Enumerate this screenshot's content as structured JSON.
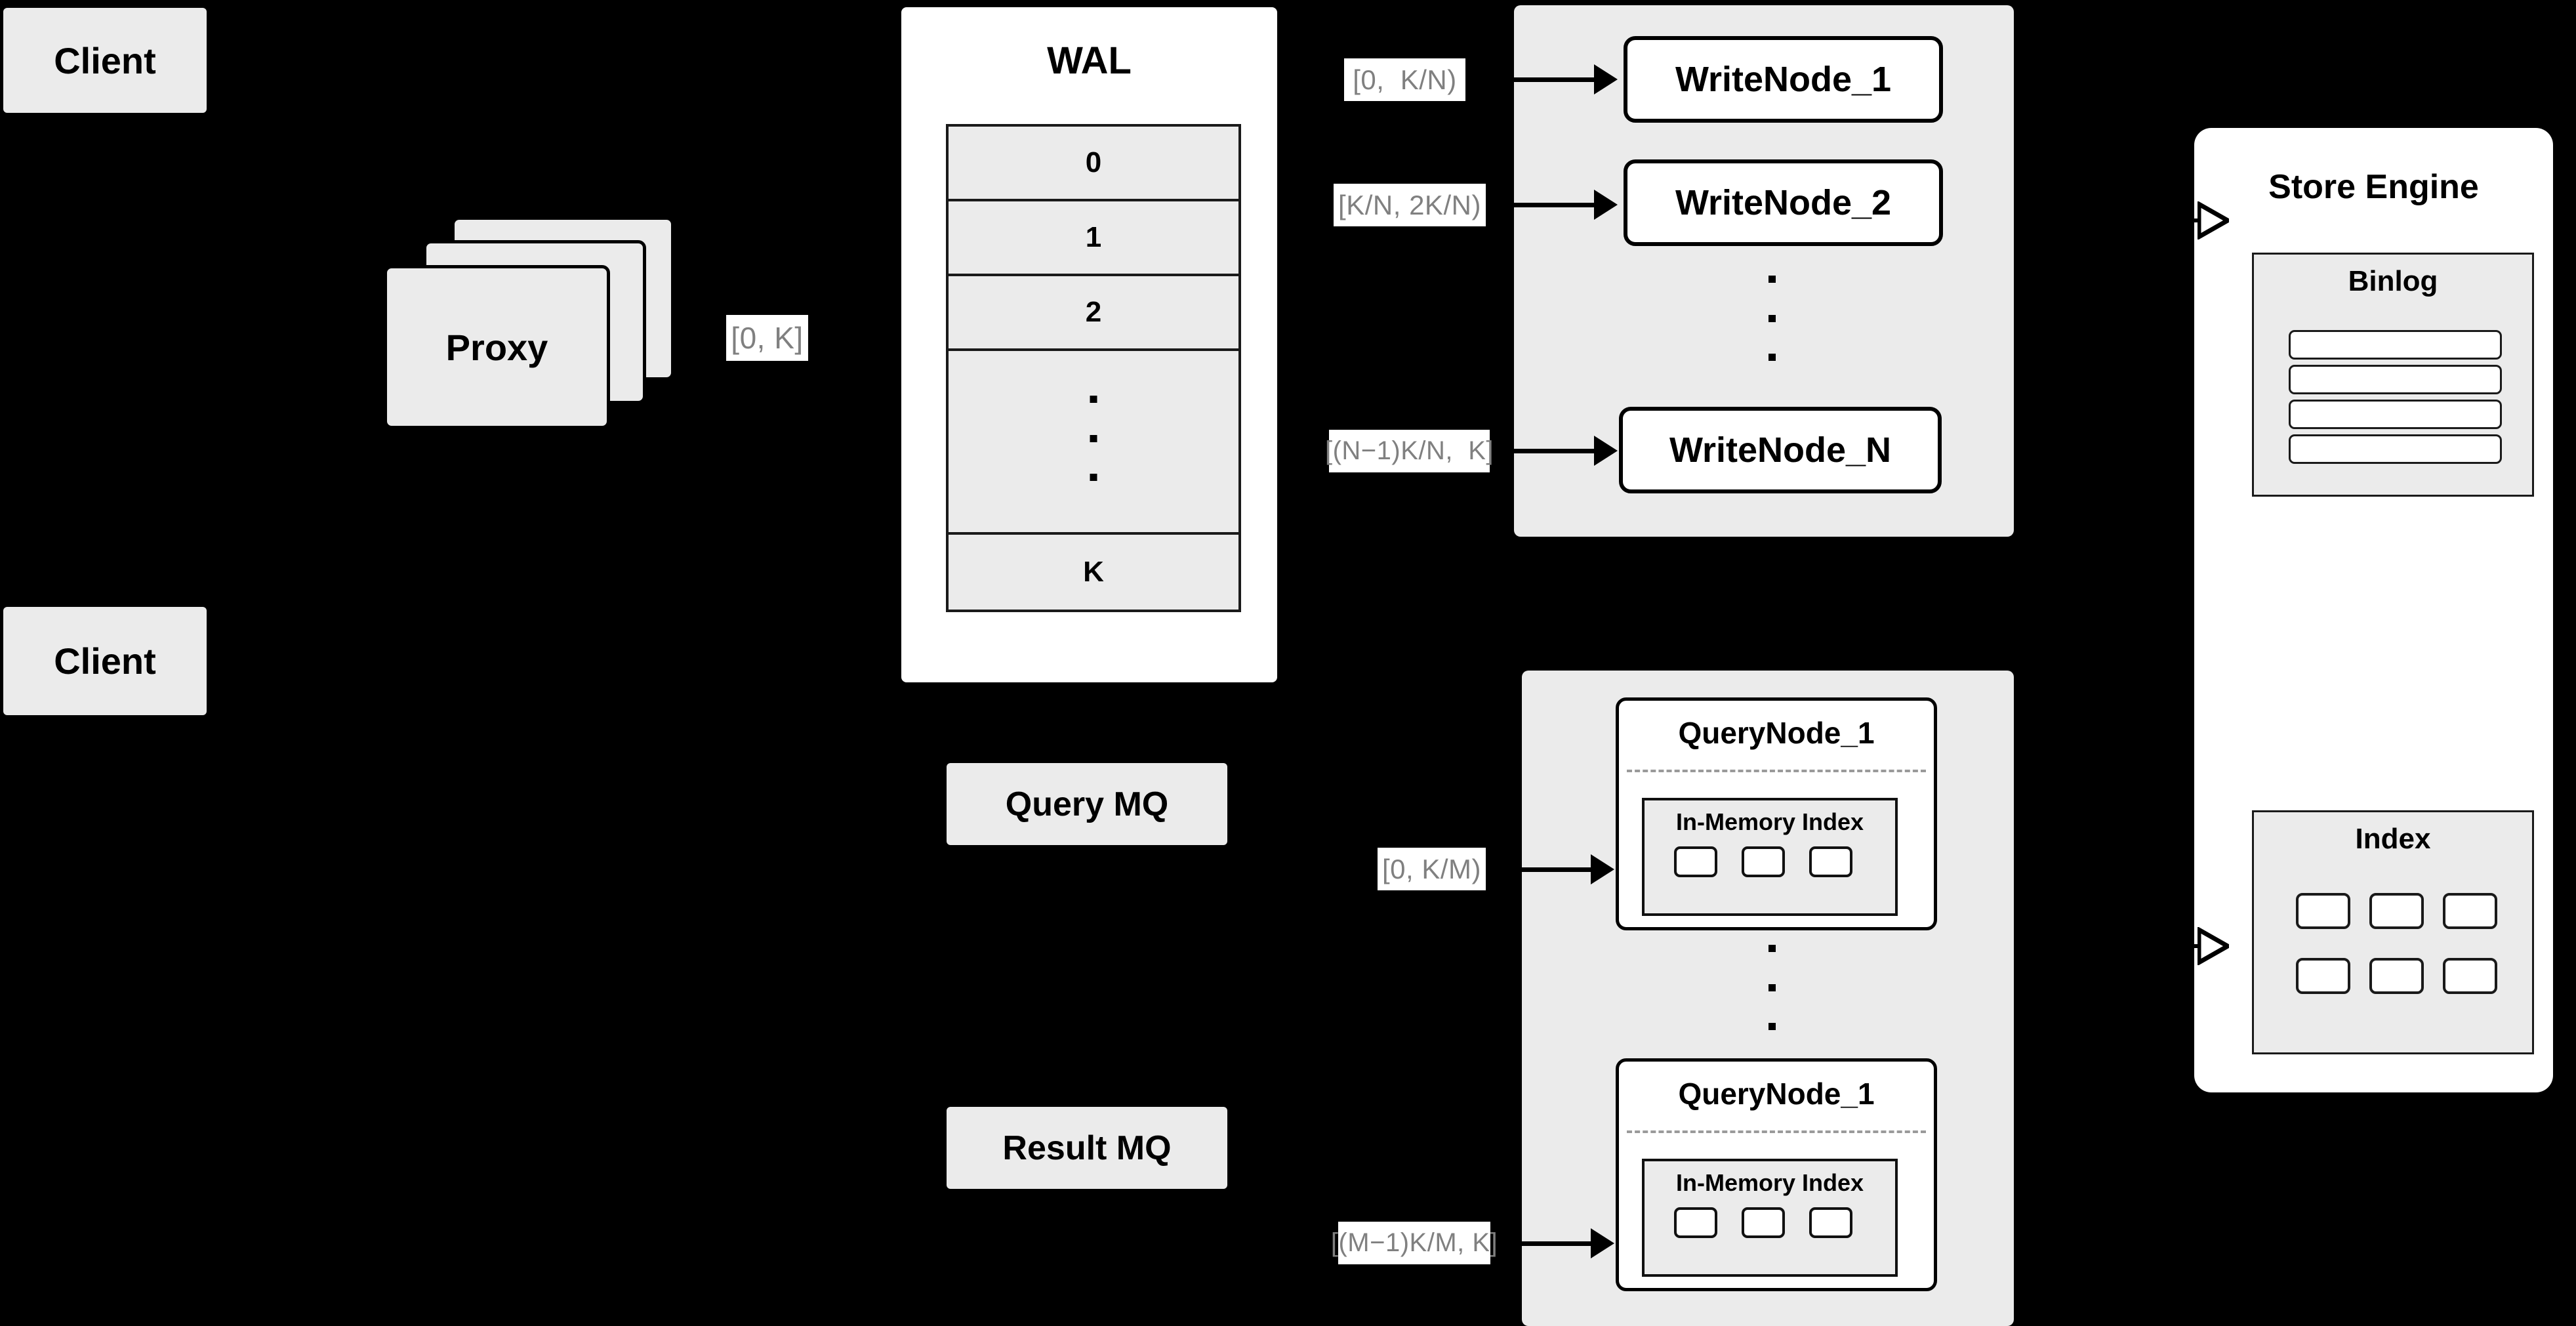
{
  "diagram": {
    "title": "Distributed Write/Query Architecture",
    "background_color": "#000000",
    "box_fill": "#ebebeb",
    "card_fill": "#ffffff",
    "label_text_color": "#808080",
    "stroke_color": "#000000"
  },
  "clients": [
    {
      "label": "Client"
    },
    {
      "label": "Client"
    }
  ],
  "proxy": {
    "label": "Proxy",
    "stack_layers": 3
  },
  "proxy_to_wal": {
    "range_label": "[0, K]"
  },
  "wal": {
    "title": "WAL",
    "rows": [
      "0",
      "1",
      "2",
      "⋮",
      "K"
    ],
    "visible_rows": [
      "0",
      "1",
      "2",
      "K"
    ],
    "ellipsis_row_dots": 3
  },
  "write_cluster": {
    "nodes": [
      {
        "label": "WriteNode_1",
        "range_label": "[0,  K/N)"
      },
      {
        "label": "WriteNode_2",
        "range_label": "[K/N, 2K/N)"
      },
      {
        "label": "WriteNode_N",
        "range_label": "[(N−1)K/N,  K]"
      }
    ],
    "ellipsis_dots": 3
  },
  "query_cluster": {
    "nodes": [
      {
        "label": "QueryNode_1",
        "range_label": "[0, K/M)",
        "index": {
          "title": "In-Memory Index",
          "cells": 3
        }
      },
      {
        "label": "QueryNode_1",
        "range_label": "[(M−1)K/M, K]",
        "index": {
          "title": "In-Memory Index",
          "cells": 3
        }
      }
    ],
    "ellipsis_dots": 3
  },
  "message_queues": [
    {
      "label": "Query MQ"
    },
    {
      "label": "Result MQ"
    }
  ],
  "store_engine": {
    "title": "Store Engine",
    "binlog": {
      "title": "Binlog",
      "rows": 4
    },
    "index": {
      "title": "Index",
      "rows": 2,
      "cols": 3,
      "cells": 6
    }
  }
}
